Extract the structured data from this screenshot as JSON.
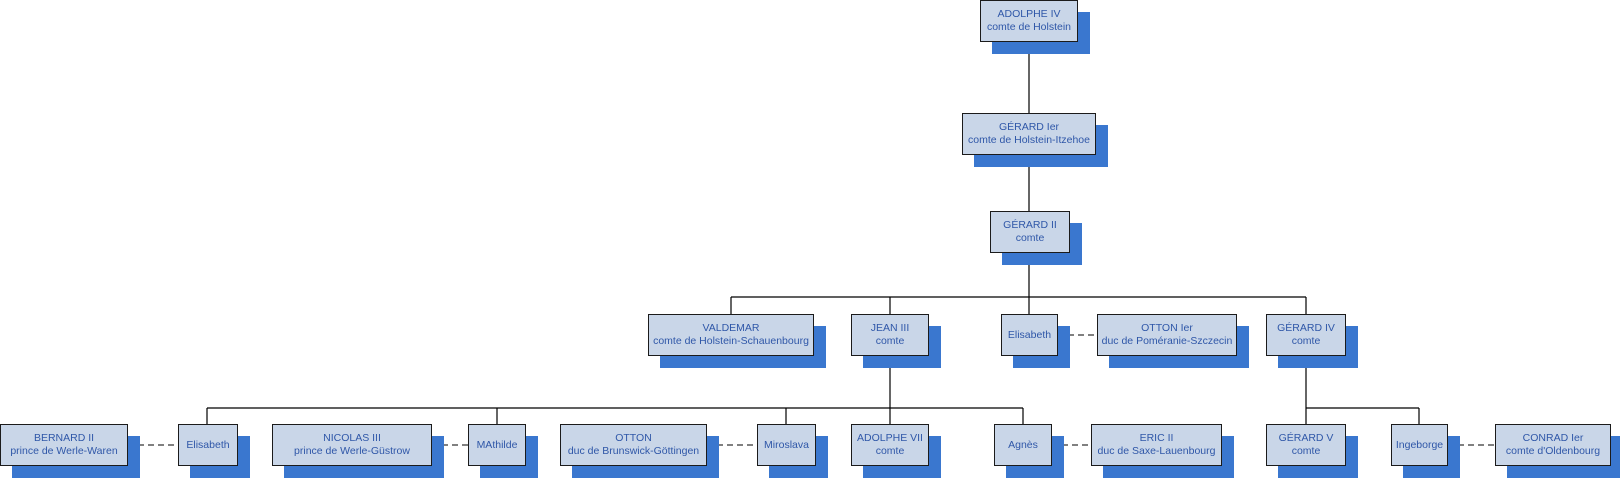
{
  "colors": {
    "box_fill": "#c9d6e8",
    "box_shadow": "#3a77cf",
    "text": "#2f57a8",
    "line": "#000000"
  },
  "people": {
    "adolphe4": {
      "name": "ADOLPHE IV",
      "title": "comte de Holstein"
    },
    "gerard1": {
      "name": "GÉRARD Ier",
      "title": "comte de Holstein-Itzehoe"
    },
    "gerard2": {
      "name": "GÉRARD II",
      "title": "comte"
    },
    "valdemar": {
      "name": "VALDEMAR",
      "title": "comte de Holstein-Schauenbourg"
    },
    "jean3": {
      "name": "JEAN III",
      "title": "comte"
    },
    "elisabeth_a": {
      "name": "Elisabeth"
    },
    "otton1": {
      "name": "OTTON Ier",
      "title": "duc de Poméranie-Szczecin"
    },
    "gerard4": {
      "name": "GÉRARD IV",
      "title": "comte"
    },
    "bernard2": {
      "name": "BERNARD II",
      "title": "prince de Werle-Waren"
    },
    "elisabeth_b": {
      "name": "Elisabeth"
    },
    "nicolas3": {
      "name": "NICOLAS III",
      "title": "prince de Werle-Güstrow"
    },
    "mathilde": {
      "name": "MAthilde"
    },
    "otton": {
      "name": "OTTON",
      "title": "duc de Brunswick-Göttingen"
    },
    "miroslava": {
      "name": "Miroslava"
    },
    "adolphe7": {
      "name": "ADOLPHE VII",
      "title": "comte"
    },
    "agnes": {
      "name": "Agnès"
    },
    "eric2": {
      "name": "ERIC II",
      "title": "duc de Saxe-Lauenbourg"
    },
    "gerard5": {
      "name": "GÉRARD V",
      "title": "comte"
    },
    "ingeborge": {
      "name": "Ingeborge"
    },
    "conrad1": {
      "name": "CONRAD Ier",
      "title": "comte d'Oldenbourg"
    }
  }
}
